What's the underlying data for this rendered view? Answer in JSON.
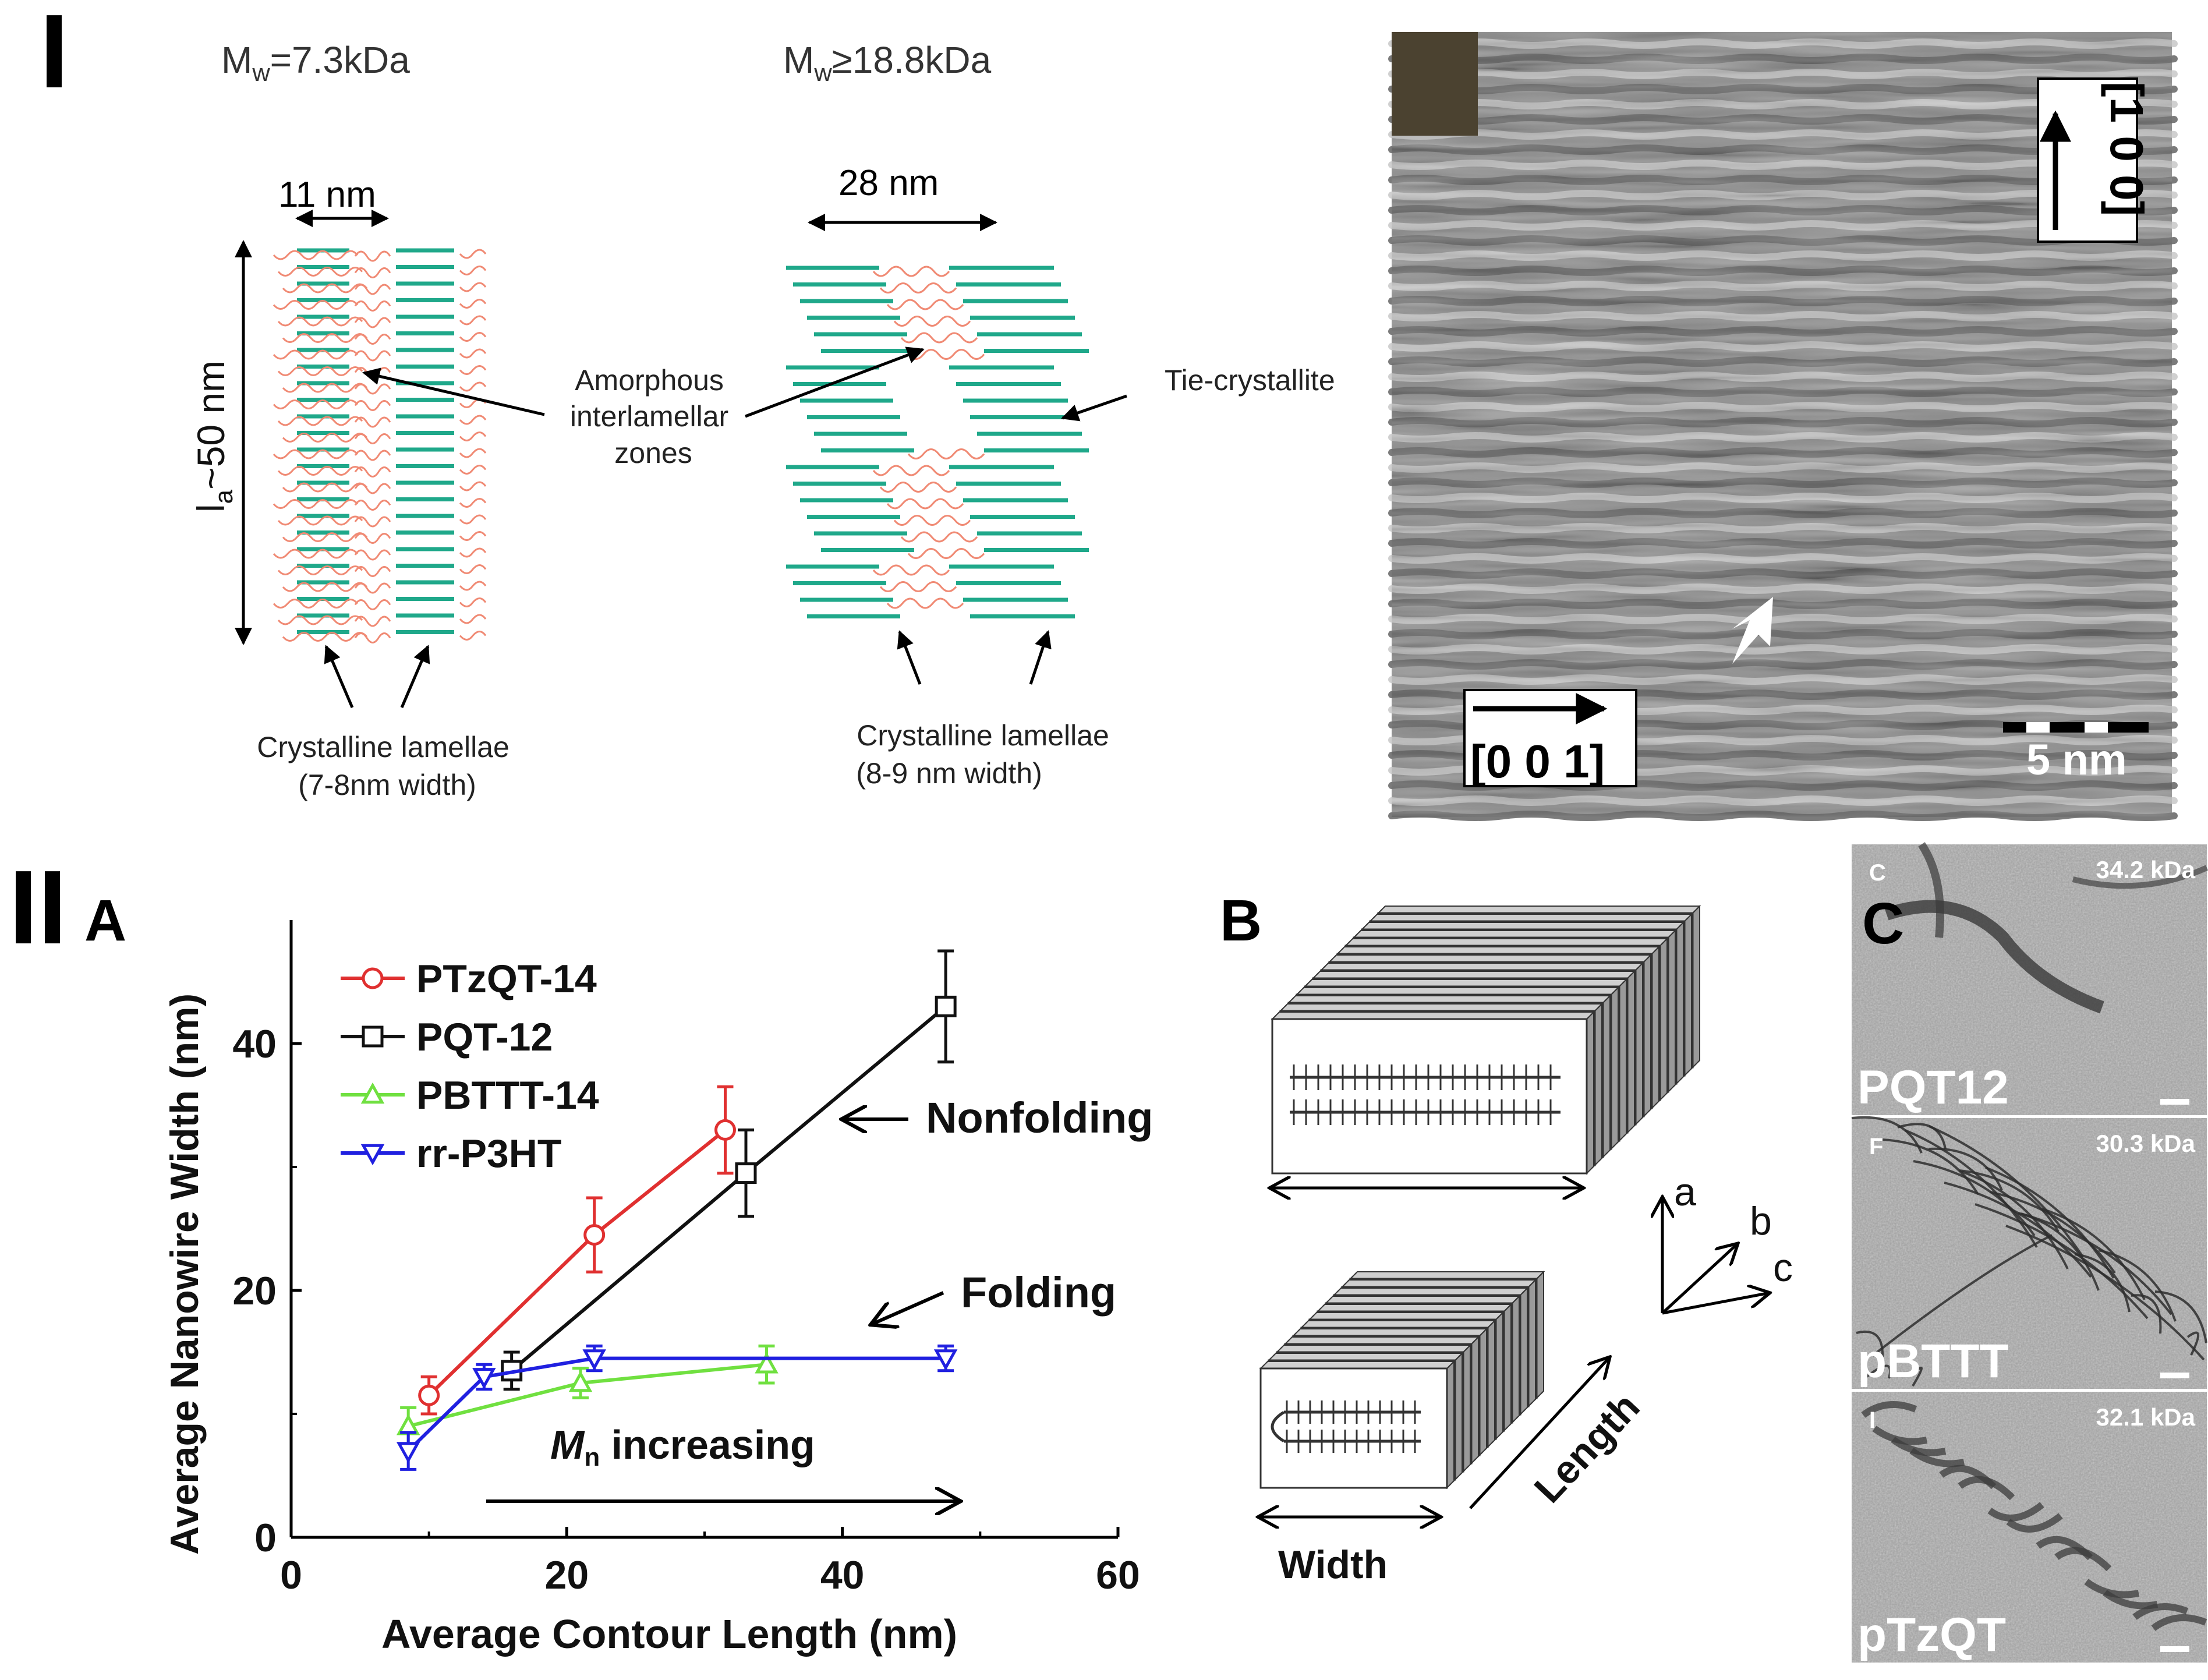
{
  "part1": {
    "label": "I",
    "left": {
      "mw": "M",
      "mw_sub": "w",
      "mw_val": "=7.3kDa",
      "width": "11 nm",
      "la_main": "l",
      "la_sub": "a",
      "la_val": "~50 nm",
      "amorph": [
        "Amorphous",
        "interlamellar",
        "zones"
      ],
      "cryst": [
        "Crystalline lamellae",
        "(7-8nm width)"
      ]
    },
    "right": {
      "mw": "M",
      "mw_sub": "w",
      "mw_val": "≥18.8kDa",
      "width": "28 nm",
      "tie": "Tie-crystallite",
      "cryst": [
        "Crystalline lamellae",
        "(8-9 nm width)"
      ]
    },
    "tem": {
      "dir_vertical": "[1 0 0]",
      "dir_horizontal": "[0 0 1]",
      "scale": "5 nm"
    }
  },
  "part2": {
    "label": "II",
    "panel_a": "A",
    "panel_b": "B",
    "panel_c": "C",
    "annotations": {
      "nonfolding": "Nonfolding",
      "folding": "Folding",
      "mn_main": "M",
      "mn_sub": "n",
      "mn_rest": " increasing"
    },
    "b_labels": {
      "width": "Width",
      "length": "Length",
      "a": "a",
      "b": "b",
      "c": "c"
    },
    "micrographs": [
      {
        "corner": "C",
        "mw": "34.2 kDa",
        "name": "PQT12"
      },
      {
        "corner": "F",
        "mw": "30.3 kDa",
        "name": "pBTTT"
      },
      {
        "corner": "I",
        "mw": "32.1 kDa",
        "name": "pTzQT"
      }
    ]
  },
  "chart_data": {
    "type": "line",
    "xlabel": "Average Contour Length (nm)",
    "ylabel": "Average Nanowire Width (nm)",
    "xlim": [
      0,
      60
    ],
    "ylim": [
      0,
      50
    ],
    "xticks": [
      0,
      20,
      40,
      60
    ],
    "yticks": [
      0,
      20,
      40
    ],
    "grid": false,
    "legend_position": "top-left",
    "series": [
      {
        "name": "PTzQT-14",
        "color": "#e03030",
        "marker": "circle",
        "x": [
          10,
          22,
          31.5
        ],
        "y": [
          11.5,
          24.5,
          33
        ],
        "err": [
          1.5,
          3,
          3.5
        ]
      },
      {
        "name": "PQT-12",
        "color": "#111111",
        "marker": "square",
        "x": [
          16,
          33,
          47.5
        ],
        "y": [
          13.5,
          29.5,
          43
        ],
        "err": [
          1.5,
          3.5,
          4.5
        ]
      },
      {
        "name": "PBTTT-14",
        "color": "#70e040",
        "marker": "triangle-up",
        "x": [
          8.5,
          21,
          34.5
        ],
        "y": [
          9,
          12.5,
          14
        ],
        "err": [
          1.5,
          1.2,
          1.5
        ]
      },
      {
        "name": "rr-P3HT",
        "color": "#2020e0",
        "marker": "triangle-down",
        "x": [
          8.5,
          14,
          22,
          47.5
        ],
        "y": [
          7,
          13,
          14.5,
          14.5
        ],
        "err": [
          1.5,
          1,
          1,
          1
        ]
      }
    ]
  }
}
